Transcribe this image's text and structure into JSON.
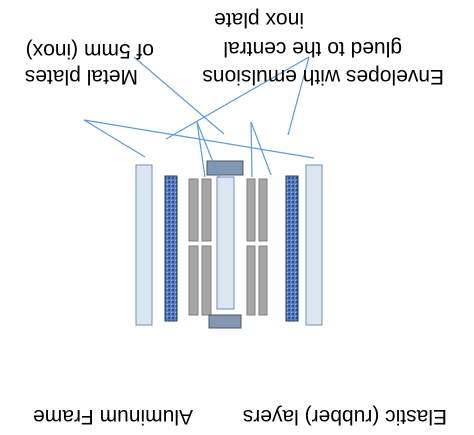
{
  "labels": {
    "metal_plates_line1": "Metal plates",
    "metal_plates_line2": "of 5mm (inox)",
    "envelopes_line1": "Envelopes with emulsions",
    "envelopes_line2": "glued to the central",
    "envelopes_line3": "inox plate",
    "aluminium_frame": "Aluminum Frame",
    "elastic_layers": "Elastic (rubber) layers"
  },
  "orientation": "rotated 180 degrees (upside down)",
  "colors": {
    "arrow": "#5b9bd5",
    "metal_plate_fill": "#dce6f1",
    "metal_plate_stroke": "#6f8fb5",
    "envelope_fill": "#a6a6a6",
    "envelope_stroke": "#7f7f7f",
    "frame_block_fill": "#8497b0",
    "frame_block_stroke": "#44546a",
    "rubber_fill": "#4a6fb5",
    "rubber_stroke": "#1f3864"
  }
}
